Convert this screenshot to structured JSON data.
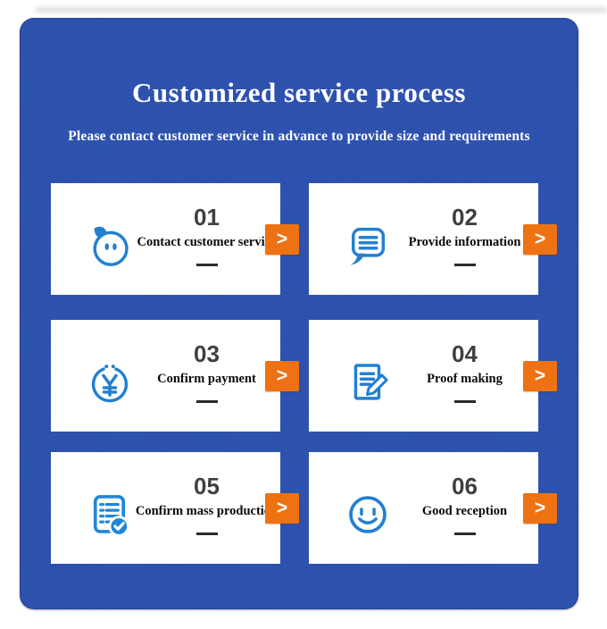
{
  "header": {
    "title": "Customized service process",
    "subtitle": "Please contact customer service in advance to provide size and requirements"
  },
  "steps": [
    {
      "number": "01",
      "label": "Contact customer service",
      "icon": "chat-face-icon",
      "arrow": ">"
    },
    {
      "number": "02",
      "label": "Provide information",
      "icon": "message-bubble-icon",
      "arrow": ">"
    },
    {
      "number": "03",
      "label": "Confirm payment",
      "icon": "yen-coin-icon",
      "arrow": ">"
    },
    {
      "number": "04",
      "label": "Proof making",
      "icon": "document-pencil-icon",
      "arrow": ">"
    },
    {
      "number": "05",
      "label": "Confirm mass production",
      "icon": "checklist-check-icon",
      "arrow": ">"
    },
    {
      "number": "06",
      "label": "Good reception",
      "icon": "smiley-face-icon",
      "arrow": ">"
    }
  ],
  "colors": {
    "panel_blue": "#2f55b1",
    "panel_stripe": "#2a4ca6",
    "card_background": "#ffffff",
    "accent_orange": "#ee7212",
    "icon_blue": "#2380cf",
    "badge_blue": "#1f86d9",
    "number_gray": "#3f3f3f",
    "text_black": "#0a0a0a",
    "title_white": "#ffffff"
  }
}
